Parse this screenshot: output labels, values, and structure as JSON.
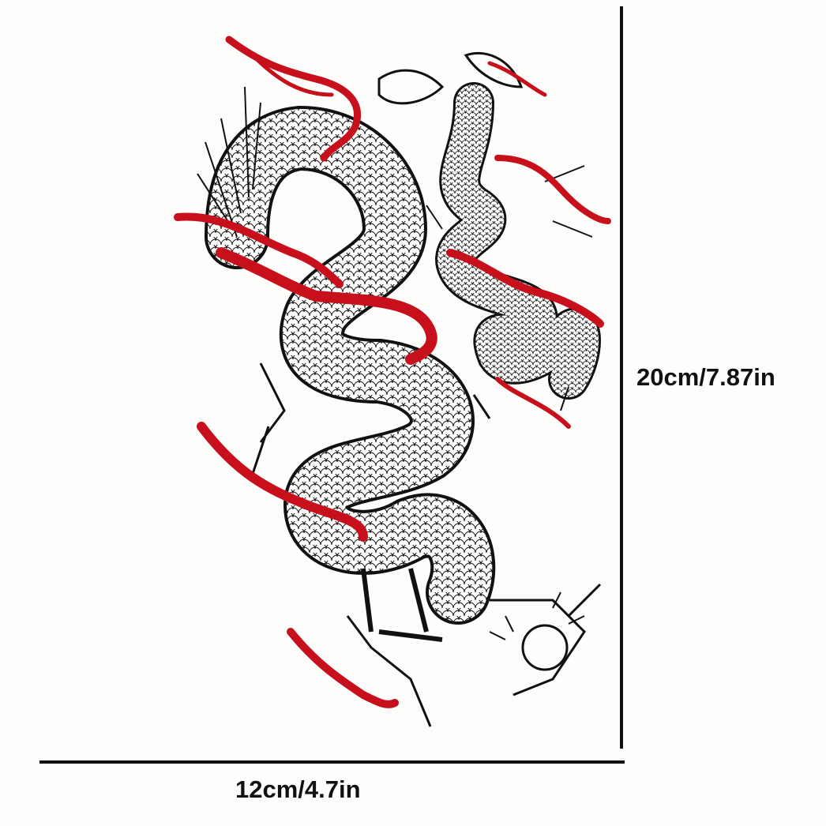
{
  "product": {
    "height_label": "20cm/7.87in",
    "width_label": "12cm/4.7in"
  },
  "colors": {
    "background": "#fdfdfb",
    "ink": "#111111",
    "accent_red": "#c8101c"
  },
  "icons": [
    "large-dragon-illustration",
    "small-dragon-illustration",
    "red-cloud-swirls"
  ]
}
